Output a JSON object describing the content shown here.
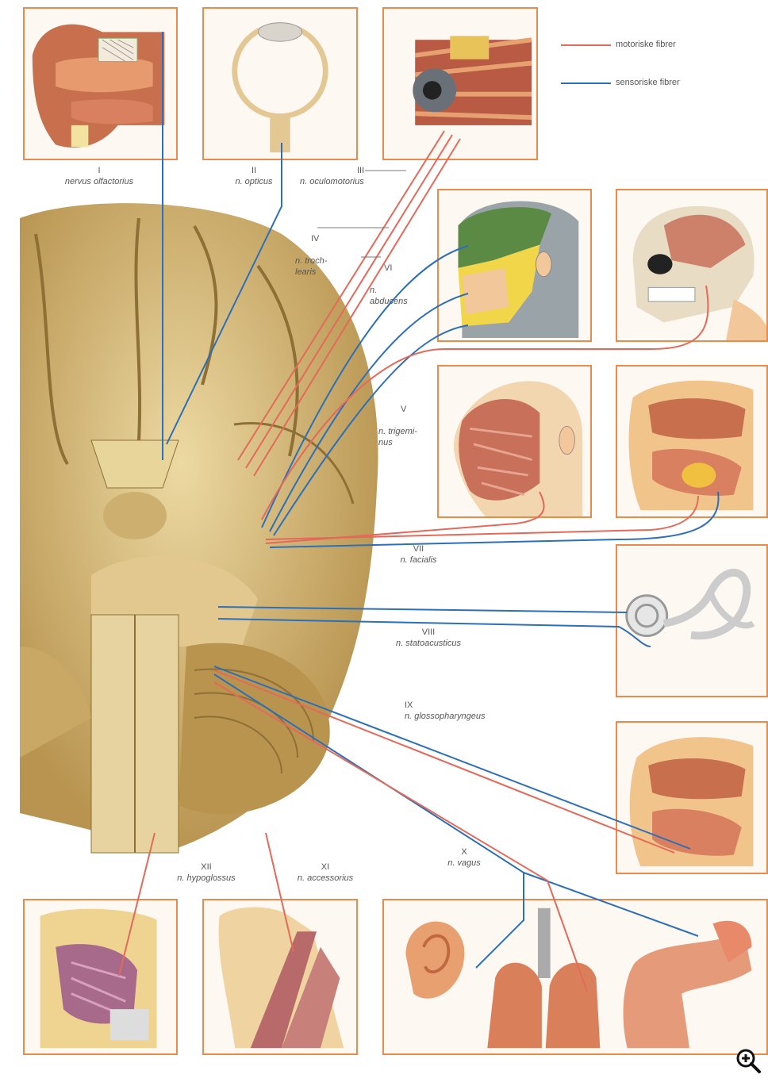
{
  "legend": {
    "motor": {
      "label": "motoriske fibrer",
      "color": "#e36a5a"
    },
    "sensory": {
      "label": "sensoriske fibrer",
      "color": "#2d6fb8"
    }
  },
  "nerves": [
    {
      "num": "I",
      "name": "nervus olfactorius"
    },
    {
      "num": "II",
      "name": "n. opticus"
    },
    {
      "num": "III",
      "name": "n. oculomotorius"
    },
    {
      "num": "IV",
      "name": "n. troch-\nlearis"
    },
    {
      "num": "VI",
      "name": "n.\nabducens"
    },
    {
      "num": "V",
      "name": "n. trigemi-\nnus"
    },
    {
      "num": "VII",
      "name": "n. facialis"
    },
    {
      "num": "VIII",
      "name": "n. statoacusticus"
    },
    {
      "num": "IX",
      "name": "n. glossopharyngeus"
    },
    {
      "num": "X",
      "name": "n. vagus"
    },
    {
      "num": "XI",
      "name": "n. accessorius"
    },
    {
      "num": "XII",
      "name": "n. hypoglossus"
    }
  ],
  "colors": {
    "frame": "#e98a4f",
    "brain": "#d9bd7c",
    "brain_shadow": "#a98a4c",
    "skin": "#f2c89a",
    "muscle": "#c8604e",
    "face_green": "#5b8a45",
    "face_yellow": "#f1d64a",
    "face_gray": "#9aa4a8"
  },
  "icons": {
    "zoom": "zoom-in-icon"
  }
}
